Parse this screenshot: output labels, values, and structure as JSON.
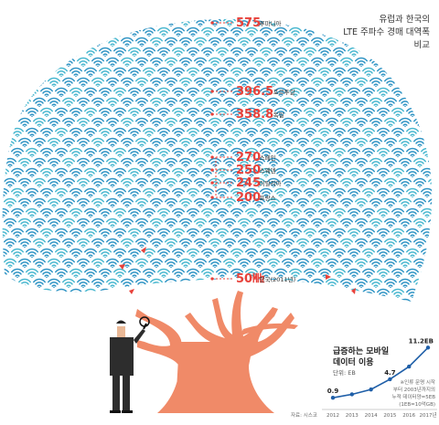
{
  "header": {
    "title_line1": "유럽과 한국의",
    "title_line2": "LTE 주파수 경매 대역폭",
    "title_line3": "비교"
  },
  "chart_data": [
    {
      "type": "bar",
      "title": "유럽과 한국의 LTE 주파수 경매 대역폭 비교",
      "unit": "MHz",
      "categories": [
        "루마니아",
        "포르투갈",
        "독일",
        "스페인",
        "스웨덴",
        "이탈리아",
        "프랑스",
        "한국(2011년)"
      ],
      "values": [
        575,
        396.5,
        358.8,
        270,
        250,
        245,
        200,
        50
      ],
      "value_labels": [
        "575",
        "396.5",
        "358.8",
        "270",
        "250",
        "245",
        "200",
        "50㎒"
      ]
    },
    {
      "type": "line",
      "title": "급증하는 모바일 데이터 이용",
      "unit_label": "단위: EB",
      "x": [
        "2012",
        "2013",
        "2014",
        "2015",
        "2016",
        "2017년"
      ],
      "y": [
        0.9,
        1.6,
        2.6,
        4.7,
        7.3,
        11.2
      ],
      "value_labels": [
        {
          "index": 0,
          "text": "0.9"
        },
        {
          "index": 3,
          "text": "4.7"
        },
        {
          "index": 5,
          "text": "11.2EB"
        }
      ],
      "note": "※인류 문명 시작부터 2003년까지의 누적 데이터양=5EB (1EB=10억GB)",
      "source": "자료: 시스코",
      "color": "#1f5fa8"
    }
  ],
  "colors": {
    "wifi_a": "#2f94c4",
    "wifi_b": "#48b7cf",
    "value_red": "#e8413a",
    "trunk": "#f08a68",
    "line_blue": "#1f5fa8"
  },
  "icons": [
    "wifi-icon",
    "person-with-magnifier-icon",
    "tree-trunk-icon",
    "falling-leaf-icon"
  ]
}
